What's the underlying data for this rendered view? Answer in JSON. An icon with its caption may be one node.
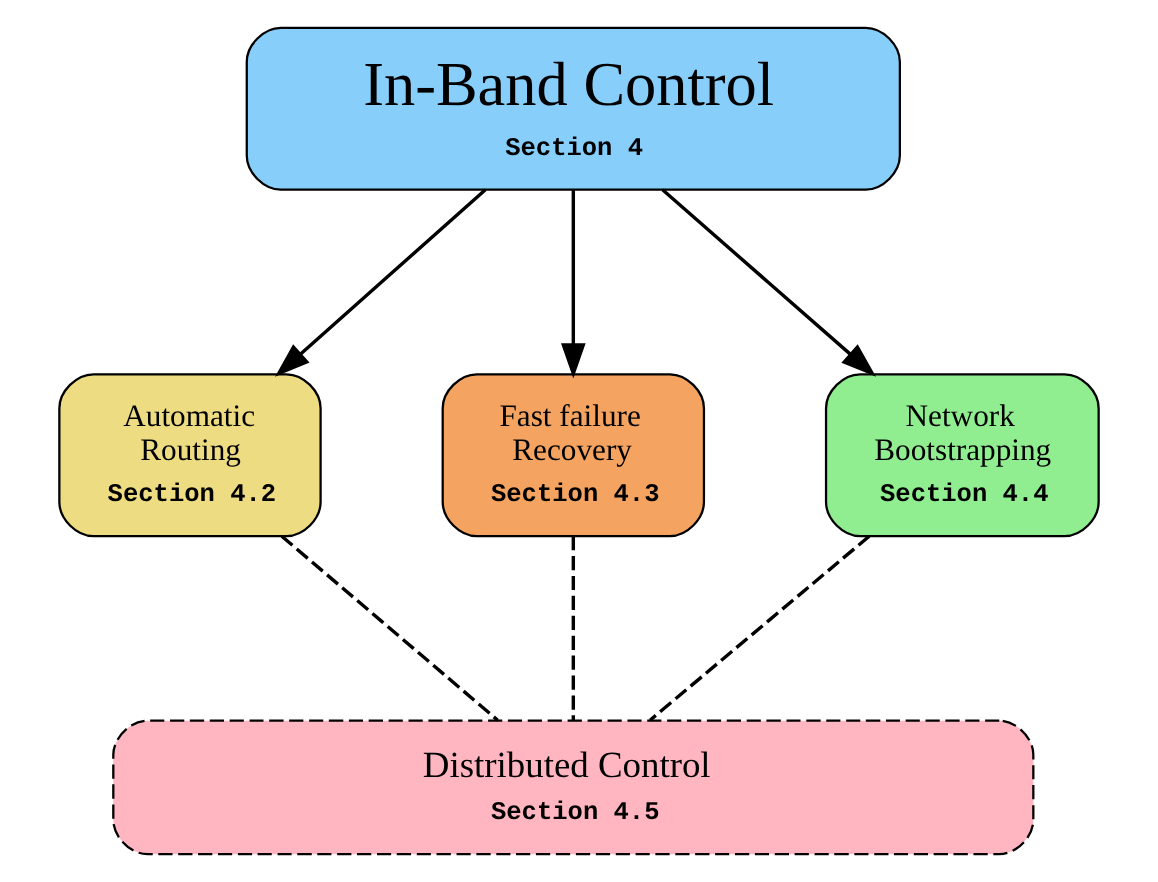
{
  "diagram": {
    "nodes": [
      {
        "text": [
          "In-Band Control",
          "Section 4"
        ]
      },
      {
        "text": [
          "Automatic Routing",
          "Section 4.2"
        ]
      },
      {
        "text": [
          "Fast failure Recovery",
          "Section 4.3"
        ]
      },
      {
        "text": [
          "Network Bootstrapping",
          "Section 4.4"
        ]
      },
      {
        "text": [
          "Distributed Control",
          "Section 4.5"
        ]
      }
    ],
    "edges": [
      {
        "from": 0,
        "to": 1,
        "arrow": "to"
      },
      {
        "from": 0,
        "to": 2,
        "arrow": "to"
      },
      {
        "from": 0,
        "to": 3,
        "arrow": "to"
      },
      {
        "from": 1,
        "to": 4,
        "arrow": "none",
        "style": "dashed"
      },
      {
        "from": 2,
        "to": 4,
        "arrow": "none",
        "style": "dashed"
      },
      {
        "from": 3,
        "to": 4,
        "arrow": "none",
        "style": "dashed"
      }
    ]
  }
}
